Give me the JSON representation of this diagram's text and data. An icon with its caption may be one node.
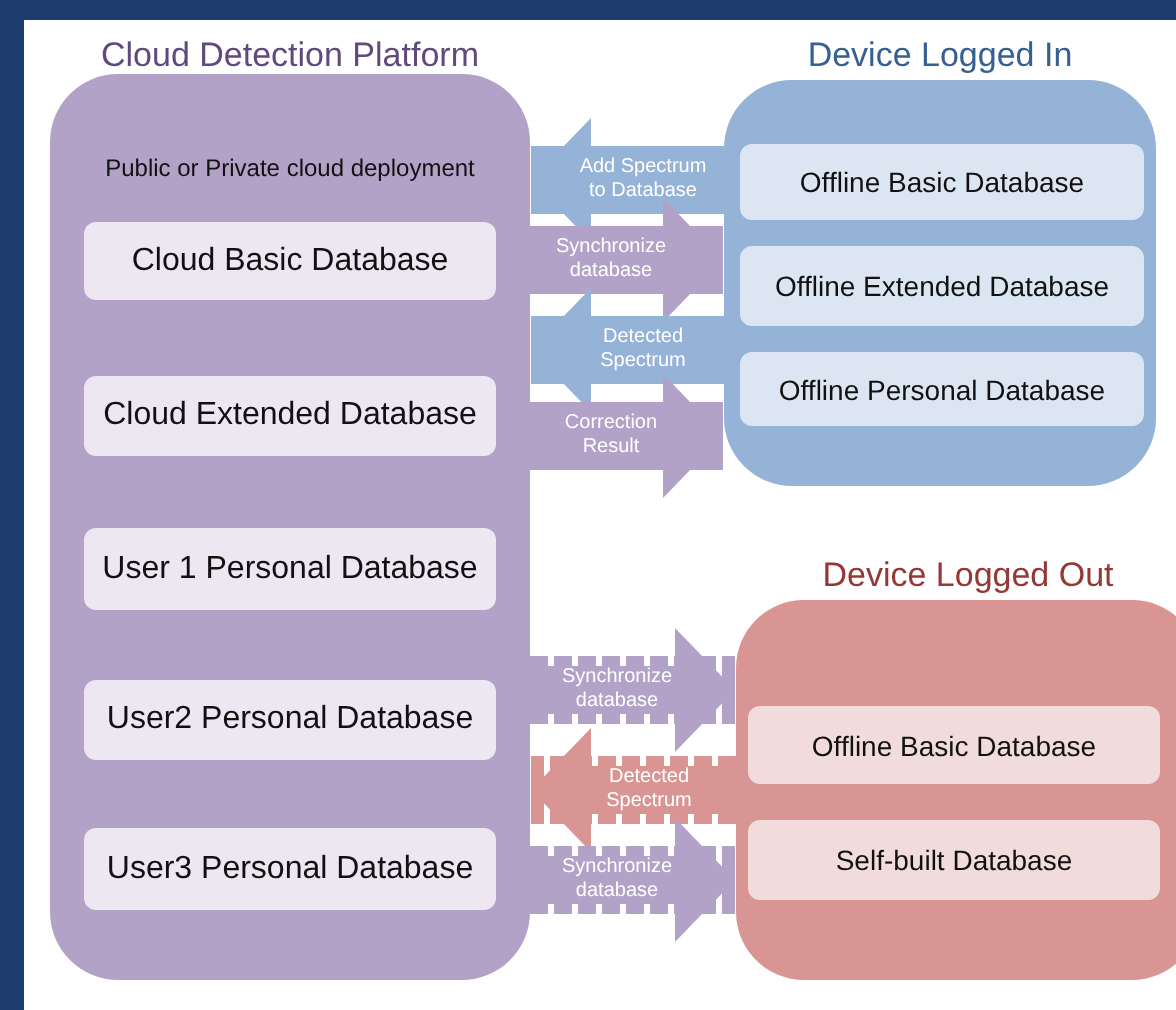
{
  "diagram": {
    "nodes": [
      {
        "text": [
          "Cloud Detection Platform",
          "Public or Private cloud deployment"
        ]
      },
      {
        "text": [
          "Cloud Basic Database"
        ],
        "in": 0
      },
      {
        "text": [
          "Cloud Extended Database"
        ],
        "in": 0
      },
      {
        "text": [
          "User 1 Personal Database"
        ],
        "in": 0
      },
      {
        "text": [
          "User2 Personal Database"
        ],
        "in": 0
      },
      {
        "text": [
          "User3 Personal Database"
        ],
        "in": 0
      },
      {
        "text": [
          "Device Logged In"
        ]
      },
      {
        "text": [
          "Offline Basic Database"
        ],
        "in": 6
      },
      {
        "text": [
          "Offline Extended Database"
        ],
        "in": 6
      },
      {
        "text": [
          "Offline Personal Database"
        ],
        "in": 6
      },
      {
        "text": [
          "Device Logged Out"
        ]
      },
      {
        "text": [
          "Offline Basic Database"
        ],
        "in": 10
      },
      {
        "text": [
          "Self-built Database"
        ],
        "in": 10
      }
    ],
    "edges": [
      {
        "from": 6,
        "to": 0,
        "arrow": "to",
        "label": "Add Spectrum to Database",
        "color": "#95b3d7"
      },
      {
        "from": 0,
        "to": 6,
        "arrow": "to",
        "label": "Synchronize database"
      },
      {
        "from": 6,
        "to": 0,
        "arrow": "to",
        "label": "Detected Spectrum",
        "color": "#95b3d7"
      },
      {
        "from": 0,
        "to": 6,
        "arrow": "to",
        "label": "Correction Result"
      },
      {
        "from": 0,
        "to": 10,
        "arrow": "to",
        "label": "Synchronize database",
        "style": "dashed"
      },
      {
        "from": 10,
        "to": 0,
        "arrow": "to",
        "label": "Detected Spectrum",
        "style": "dashed",
        "color": "#d99594"
      },
      {
        "from": 0,
        "to": 10,
        "arrow": "to",
        "label": "Synchronize database",
        "style": "dashed"
      }
    ]
  }
}
